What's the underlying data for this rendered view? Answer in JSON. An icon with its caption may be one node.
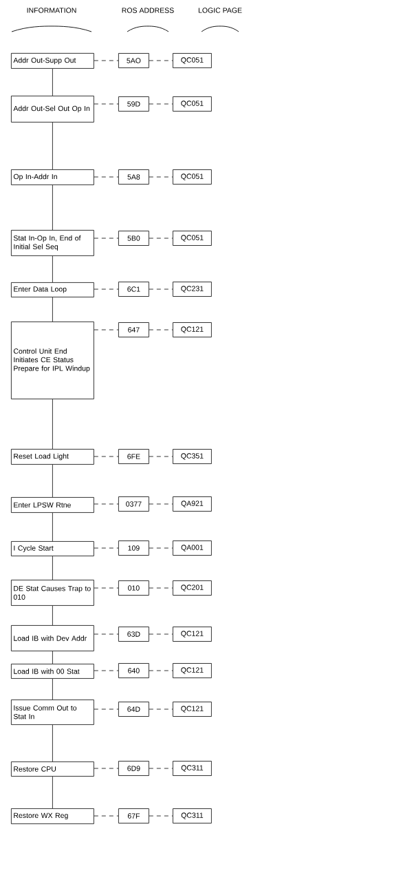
{
  "diagram": {
    "nodes": [
      {
        "text": [
          "Addr Out-Supp Out"
        ]
      },
      {
        "text": [
          "5AO"
        ]
      },
      {
        "text": [
          "QC051"
        ]
      },
      {
        "text": [
          "Addr Out-Sel Out Op In"
        ]
      },
      {
        "text": [
          "59D"
        ]
      },
      {
        "text": [
          "QC051"
        ]
      },
      {
        "text": [
          "Op In-Addr In"
        ]
      },
      {
        "text": [
          "5A8"
        ]
      },
      {
        "text": [
          "QC051"
        ]
      },
      {
        "text": [
          "Stat In-Op In, End of Initial Sel Seq"
        ]
      },
      {
        "text": [
          "5B0"
        ]
      },
      {
        "text": [
          "QC051"
        ]
      },
      {
        "text": [
          "Enter Data Loop"
        ]
      },
      {
        "text": [
          "6C1"
        ]
      },
      {
        "text": [
          "QC231"
        ]
      },
      {
        "text": [
          "Control Unit End Initiates CE Status Prepare for IPL Windup"
        ]
      },
      {
        "text": [
          "647"
        ]
      },
      {
        "text": [
          "QC121"
        ]
      },
      {
        "text": [
          "Reset Load Light"
        ]
      },
      {
        "text": [
          "6FE"
        ]
      },
      {
        "text": [
          "QC351"
        ]
      },
      {
        "text": [
          "Enter LPSW Rtne"
        ]
      },
      {
        "text": [
          "0377"
        ]
      },
      {
        "text": [
          "QA921"
        ]
      },
      {
        "text": [
          "I Cycle Start"
        ]
      },
      {
        "text": [
          "109"
        ]
      },
      {
        "text": [
          "QA001"
        ]
      },
      {
        "text": [
          "DE Stat Causes Trap to 010"
        ]
      },
      {
        "text": [
          "010"
        ]
      },
      {
        "text": [
          "QC201"
        ]
      },
      {
        "text": [
          "Load IB with Dev Addr"
        ]
      },
      {
        "text": [
          "63D"
        ]
      },
      {
        "text": [
          "QC121"
        ]
      },
      {
        "text": [
          "Load IB with 00 Stat"
        ]
      },
      {
        "text": [
          "640"
        ]
      },
      {
        "text": [
          "QC121"
        ]
      },
      {
        "text": [
          "Issue Comm Out to Stat In"
        ]
      },
      {
        "text": [
          "64D"
        ]
      },
      {
        "text": [
          "QC121"
        ]
      },
      {
        "text": [
          "Restore CPU"
        ]
      },
      {
        "text": [
          "6D9"
        ]
      },
      {
        "text": [
          "QC311"
        ]
      },
      {
        "text": [
          "Restore WX Reg"
        ]
      },
      {
        "text": [
          "67F"
        ]
      },
      {
        "text": [
          "QC311"
        ]
      }
    ],
    "edges": [
      {
        "from": 0,
        "to": 1,
        "arrow": "none",
        "style": "dashed"
      },
      {
        "from": 1,
        "to": 2,
        "arrow": "none",
        "style": "dashed"
      },
      {
        "from": 0,
        "to": 3,
        "arrow": "none"
      },
      {
        "from": 3,
        "to": 4,
        "arrow": "none",
        "style": "dashed"
      },
      {
        "from": 4,
        "to": 5,
        "arrow": "none",
        "style": "dashed"
      },
      {
        "from": 3,
        "to": 6,
        "arrow": "none"
      },
      {
        "from": 6,
        "to": 7,
        "arrow": "none",
        "style": "dashed"
      },
      {
        "from": 7,
        "to": 8,
        "arrow": "none",
        "style": "dashed"
      },
      {
        "from": 6,
        "to": 9,
        "arrow": "none"
      },
      {
        "from": 9,
        "to": 10,
        "arrow": "none",
        "style": "dashed"
      },
      {
        "from": 10,
        "to": 11,
        "arrow": "none",
        "style": "dashed"
      },
      {
        "from": 9,
        "to": 12,
        "arrow": "none"
      },
      {
        "from": 12,
        "to": 13,
        "arrow": "none",
        "style": "dashed"
      },
      {
        "from": 13,
        "to": 14,
        "arrow": "none",
        "style": "dashed"
      },
      {
        "from": 12,
        "to": 15,
        "arrow": "none"
      },
      {
        "from": 15,
        "to": 16,
        "arrow": "none",
        "style": "dashed"
      },
      {
        "from": 16,
        "to": 17,
        "arrow": "none",
        "style": "dashed"
      },
      {
        "from": 15,
        "to": 18,
        "arrow": "none"
      },
      {
        "from": 18,
        "to": 19,
        "arrow": "none",
        "style": "dashed"
      },
      {
        "from": 19,
        "to": 20,
        "arrow": "none",
        "style": "dashed"
      },
      {
        "from": 18,
        "to": 21,
        "arrow": "none"
      },
      {
        "from": 21,
        "to": 22,
        "arrow": "none",
        "style": "dashed"
      },
      {
        "from": 22,
        "to": 23,
        "arrow": "none",
        "style": "dashed"
      },
      {
        "from": 21,
        "to": 24,
        "arrow": "none"
      },
      {
        "from": 24,
        "to": 25,
        "arrow": "none",
        "style": "dashed"
      },
      {
        "from": 25,
        "to": 26,
        "arrow": "none",
        "style": "dashed"
      },
      {
        "from": 24,
        "to": 27,
        "arrow": "none"
      },
      {
        "from": 27,
        "to": 28,
        "arrow": "none",
        "style": "dashed"
      },
      {
        "from": 28,
        "to": 29,
        "arrow": "none",
        "style": "dashed"
      },
      {
        "from": 27,
        "to": 30,
        "arrow": "none"
      },
      {
        "from": 30,
        "to": 31,
        "arrow": "none",
        "style": "dashed"
      },
      {
        "from": 31,
        "to": 32,
        "arrow": "none",
        "style": "dashed"
      },
      {
        "from": 30,
        "to": 33,
        "arrow": "none"
      },
      {
        "from": 33,
        "to": 34,
        "arrow": "none",
        "style": "dashed"
      },
      {
        "from": 34,
        "to": 35,
        "arrow": "none",
        "style": "dashed"
      },
      {
        "from": 33,
        "to": 36,
        "arrow": "none"
      },
      {
        "from": 36,
        "to": 37,
        "arrow": "none",
        "style": "dashed"
      },
      {
        "from": 37,
        "to": 38,
        "arrow": "none",
        "style": "dashed"
      },
      {
        "from": 36,
        "to": 39,
        "arrow": "none"
      },
      {
        "from": 39,
        "to": 40,
        "arrow": "none",
        "style": "dashed"
      },
      {
        "from": 40,
        "to": 41,
        "arrow": "none",
        "style": "dashed"
      },
      {
        "from": 39,
        "to": 42,
        "arrow": "none"
      },
      {
        "from": 42,
        "to": 43,
        "arrow": "none",
        "style": "dashed"
      },
      {
        "from": 43,
        "to": 44,
        "arrow": "none",
        "style": "dashed"
      }
    ],
    "labels": [
      "INFORMATION",
      "ROS ADDRESS",
      "LOGIC PAGE"
    ]
  }
}
